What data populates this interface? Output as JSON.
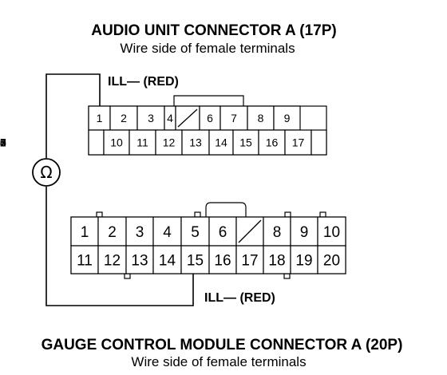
{
  "audio_connector": {
    "title": "AUDIO UNIT CONNECTOR A (17P)",
    "subtitle": "Wire side of female terminals",
    "wire_label": "ILL— (RED)",
    "row1": [
      "1",
      "2",
      "3",
      "4",
      "",
      "6",
      "7",
      "8",
      "9"
    ],
    "row2": [
      "",
      "10",
      "11",
      "12",
      "13",
      "14",
      "15",
      "16",
      "17",
      ""
    ]
  },
  "gauge_connector": {
    "title": "GAUGE CONTROL MODULE CONNECTOR A (20P)",
    "subtitle": "Wire side of female terminals",
    "wire_label": "ILL— (RED)",
    "row1": [
      "1",
      "2",
      "3",
      "4",
      "5",
      "6",
      "",
      "8",
      "9",
      "10"
    ],
    "row2": [
      "11",
      "12",
      "13",
      "14",
      "15",
      "16",
      "17",
      "18",
      "19",
      "20"
    ]
  },
  "meter": {
    "symbol": "Ω",
    "icon": "ohmmeter-icon"
  }
}
